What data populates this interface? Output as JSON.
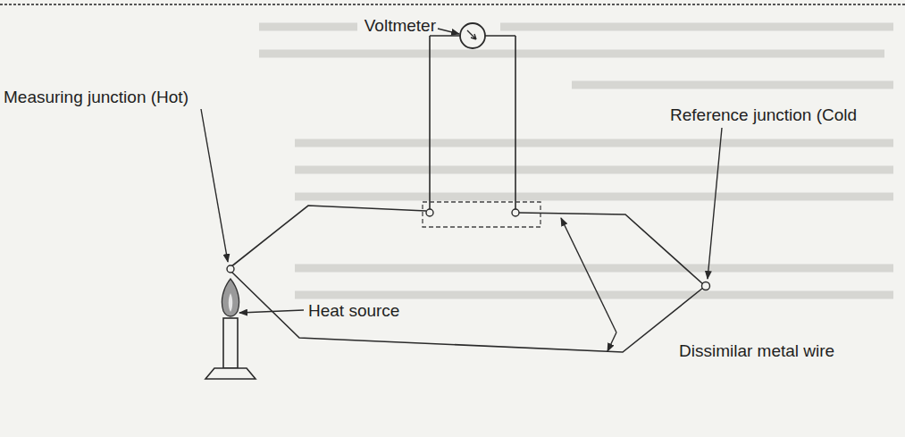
{
  "diagram": {
    "labels": [
      "Voltmeter",
      "Measuring junction (Hot)",
      "Reference junction (Cold",
      "Heat source",
      "Dissimilar metal wire"
    ]
  }
}
